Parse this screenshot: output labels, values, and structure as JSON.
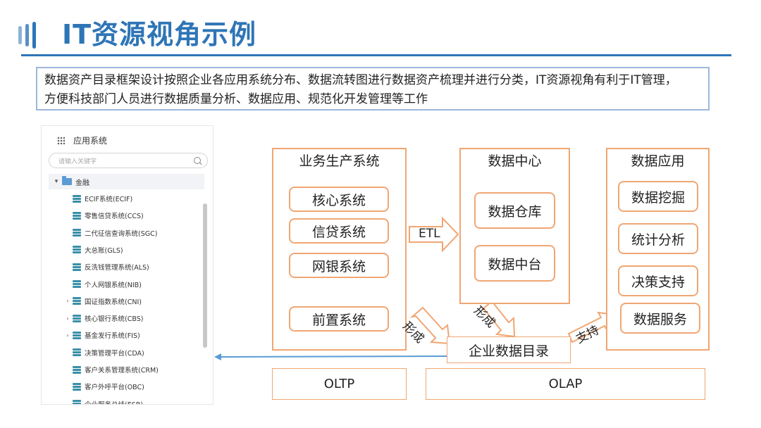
{
  "header": {
    "title": "IT资源视角示例"
  },
  "description": {
    "line1": "数据资产目录框架设计按照企业各应用系统分布、数据流转图进行数据资产梳理并进行分类，IT资源视角有利于IT管理，",
    "line2": "方便科技部门人员进行数据质量分析、数据应用、规范化开发管理等工作"
  },
  "tree": {
    "title": "应用系统",
    "search_placeholder": "请输入关键字",
    "root_label": "金融",
    "items": [
      {
        "label": "ECIF系统(ECIF)",
        "expandable": false
      },
      {
        "label": "零售信贷系统(CCS)",
        "expandable": false
      },
      {
        "label": "二代征信查询系统(SGC)",
        "expandable": false
      },
      {
        "label": "大总账(GLS)",
        "expandable": false
      },
      {
        "label": "反洗钱管理系统(ALS)",
        "expandable": false
      },
      {
        "label": "个人网银系统(NIB)",
        "expandable": false
      },
      {
        "label": "国证指数系统(CNI)",
        "expandable": true
      },
      {
        "label": "核心银行系统(CBS)",
        "expandable": true
      },
      {
        "label": "基金发行系统(FIS)",
        "expandable": true
      },
      {
        "label": "决策管理平台(CDA)",
        "expandable": false
      },
      {
        "label": "客户关系管理系统(CRM)",
        "expandable": false
      },
      {
        "label": "客户外呼平台(OBC)",
        "expandable": false
      },
      {
        "label": "企业服务总线(ESB)",
        "expandable": false
      }
    ]
  },
  "diagram": {
    "business": {
      "title": "业务生产系统",
      "items": [
        "核心系统",
        "信贷系统",
        "网银系统",
        "前置系统"
      ]
    },
    "datacenter": {
      "title": "数据中心",
      "items": [
        "数据仓库",
        "数据中台"
      ]
    },
    "application": {
      "title": "数据应用",
      "items": [
        "数据挖掘",
        "统计分析",
        "决策支持",
        "数据服务"
      ]
    },
    "catalog": "企业数据目录",
    "etl": "ETL",
    "form1": "形成",
    "form2": "形成",
    "support": "支持",
    "oltp": "OLTP",
    "olap": "OLAP"
  },
  "colors": {
    "accent": "#2e75b6",
    "box_border": "#f0a673",
    "link_arrow": "#5b9bd5"
  }
}
